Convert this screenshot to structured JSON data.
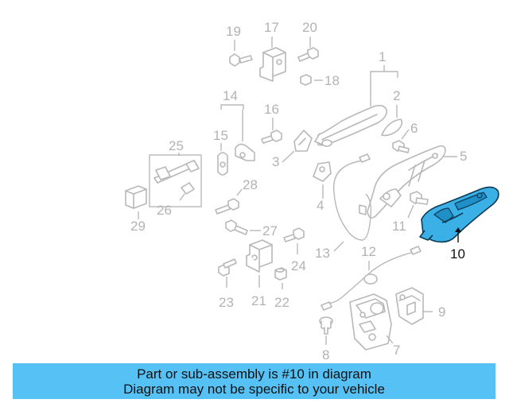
{
  "callouts": {
    "c1": "1",
    "c2": "2",
    "c3": "3",
    "c4": "4",
    "c5": "5",
    "c6": "6",
    "c7": "7",
    "c8": "8",
    "c9": "9",
    "c10": "10",
    "c11": "11",
    "c12": "12",
    "c13": "13",
    "c14": "14",
    "c15": "15",
    "c16": "16",
    "c17": "17",
    "c18": "18",
    "c19": "19",
    "c20": "20",
    "c21": "21",
    "c22": "22",
    "c23": "23",
    "c24": "24",
    "c25": "25",
    "c26": "26",
    "c27": "27",
    "c28": "28",
    "c29": "29"
  },
  "highlight_color": "#3ab0e6",
  "banner": {
    "line1": "Part or sub-assembly is #10 in diagram",
    "line2": "Diagram may not be specific to your vehicle",
    "color": "#55c1f5"
  }
}
